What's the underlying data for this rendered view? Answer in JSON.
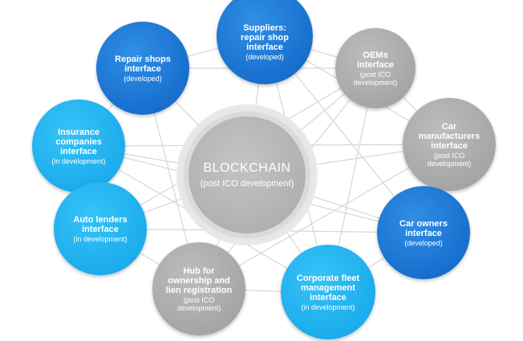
{
  "center": {
    "title": "BLOCKCHAIN",
    "subtitle": "(post ICO development)"
  },
  "nodes": {
    "suppliers": {
      "title": "Suppliers:\nrepair shop\ninterface",
      "status": "(developed)"
    },
    "oems": {
      "title": "OEMs\ninterface",
      "status": "(post ICO\ndevelopment)"
    },
    "car_manufacturers": {
      "title": "Car\nmanufacturers\ninterface",
      "status": "(post ICO\ndevelopment)"
    },
    "car_owners": {
      "title": "Car owners\ninterface",
      "status": "(developed)"
    },
    "corporate_fleet": {
      "title": "Corporate fleet\nmanagement\ninterface",
      "status": "(in development)"
    },
    "hub": {
      "title": "Hub for\nownership and\nlien registration",
      "status": "(post ICO\ndevelopment)"
    },
    "auto_lenders": {
      "title": "Auto lenders\ninterface",
      "status": "(in development)"
    },
    "insurance": {
      "title": "Insurance\ncompanies\ninterface",
      "status": "(in development)"
    },
    "repair_shops": {
      "title": "Repair shops\ninterface",
      "status": "(developed)"
    }
  },
  "colors": {
    "developed": "#1a73d8",
    "in_development": "#1fb0ee",
    "post_ico": "#a9a9a9",
    "link": "#d6d6d6"
  }
}
